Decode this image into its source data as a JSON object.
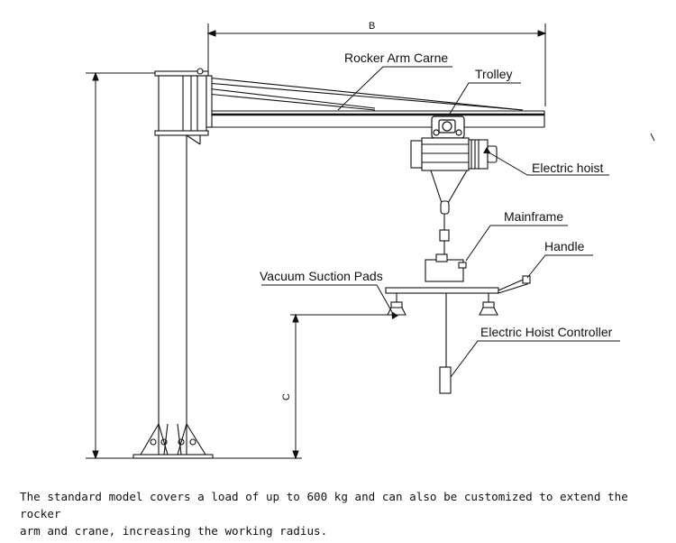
{
  "dimensions": {
    "b": "B",
    "c": "C"
  },
  "labels": {
    "rocker_arm": "Rocker Arm Carne",
    "trolley": "Trolley",
    "electric_hoist": "Electric hoist",
    "mainframe": "Mainframe",
    "handle": "Handle",
    "vacuum_pads": "Vacuum Suction Pads",
    "controller": "Electric Hoist Controller"
  },
  "caption": {
    "line1": "The standard model covers a load of up to 600 kg and can also be customized to extend the rocker",
    "line2": "arm and crane, increasing the working radius."
  }
}
